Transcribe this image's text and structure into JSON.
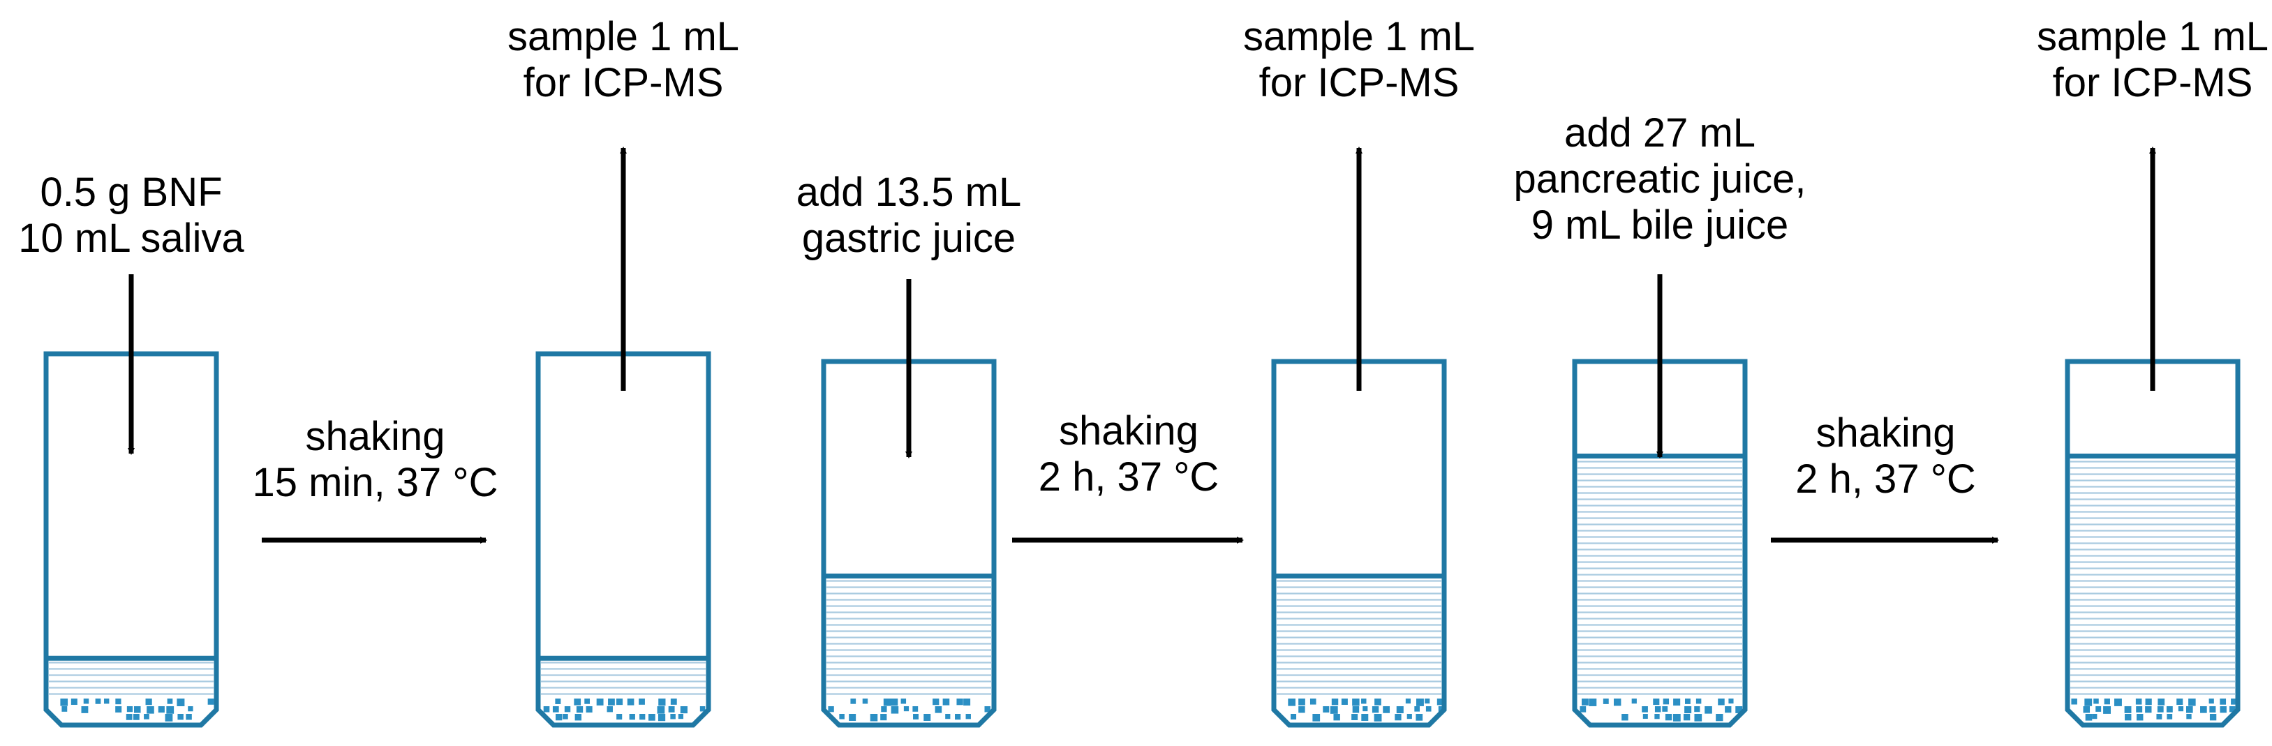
{
  "colors": {
    "vessel": "#1f78a4",
    "liquid_lines": "#a9cbe0",
    "sediment": "#2b8fc4",
    "arrow": "#000000",
    "text": "#000000"
  },
  "steps": [
    {
      "id": "step1",
      "add": [
        "0.5 g BNF",
        "10 mL saliva"
      ],
      "fill_level": 0.18
    },
    {
      "id": "step2",
      "sample": [
        "sample 1 mL",
        "for ICP-MS"
      ],
      "fill_level": 0.18
    },
    {
      "id": "step3",
      "add": [
        "add 13.5 mL",
        "gastric juice"
      ],
      "fill_level": 0.41
    },
    {
      "id": "step4",
      "sample": [
        "sample 1 mL",
        "for ICP-MS"
      ],
      "fill_level": 0.41
    },
    {
      "id": "step5",
      "add": [
        "add 27 mL",
        "pancreatic juice,",
        "9 mL bile juice"
      ],
      "fill_level": 0.74
    },
    {
      "id": "step6",
      "sample": [
        "sample 1 mL",
        "for ICP-MS"
      ],
      "fill_level": 0.74
    }
  ],
  "transitions": [
    {
      "id": "t1",
      "lines": [
        "shaking",
        "15 min, 37 °C"
      ]
    },
    {
      "id": "t2",
      "lines": [
        "shaking",
        "2 h, 37 °C"
      ]
    },
    {
      "id": "t3",
      "lines": [
        "shaking",
        "2 h, 37 °C"
      ]
    }
  ]
}
